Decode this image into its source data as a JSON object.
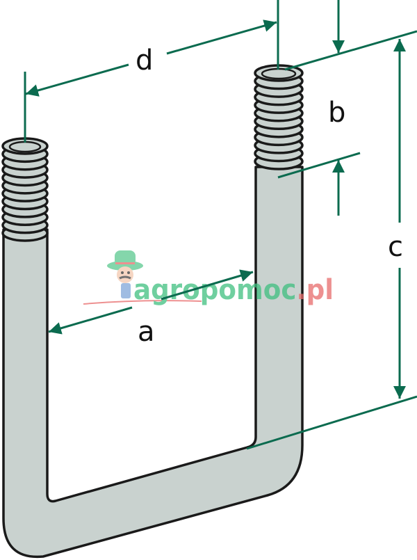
{
  "labels": {
    "d": "d",
    "b": "b",
    "c": "c",
    "a": "a"
  },
  "watermark": {
    "text_main": "agropomoc",
    "text_suffix": ".pl"
  },
  "colors": {
    "rod_fill": "#c9d2cf",
    "outline": "#1a1a1a",
    "dimension": "#0b6b4f",
    "watermark_green": "#3fbf7f",
    "watermark_red": "#e86b6b"
  }
}
